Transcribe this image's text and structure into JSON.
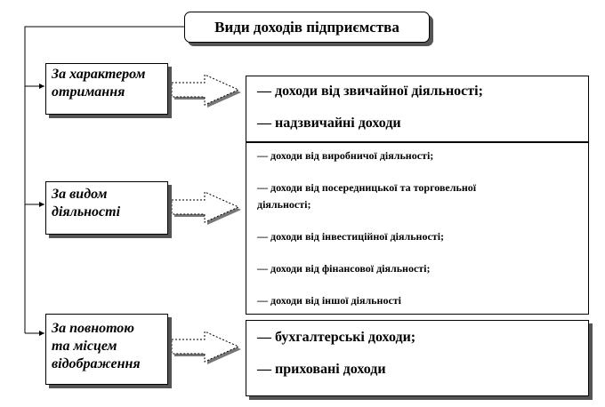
{
  "title": "Види доходів підприємства",
  "categories": [
    {
      "label_lines": [
        "За характером",
        "отримання"
      ],
      "items": [
        "— доходи від звичайної діяльності;",
        "— надзвичайні доходи"
      ]
    },
    {
      "label_lines": [
        "За видом",
        "діяльності"
      ],
      "items": [
        "— доходи від виробничої діяльності;",
        "— доходи від посередницької та торговельної",
        "діяльності;",
        "— доходи від інвестиційної діяльності;",
        "— доходи від фінансової діяльності;",
        "— доходи від іншої  діяльності"
      ]
    },
    {
      "label_lines": [
        "За повнотою",
        "та місцем",
        "відображення"
      ],
      "items": [
        "— бухгалтерські доходи;",
        "— приховані доходи"
      ]
    }
  ]
}
